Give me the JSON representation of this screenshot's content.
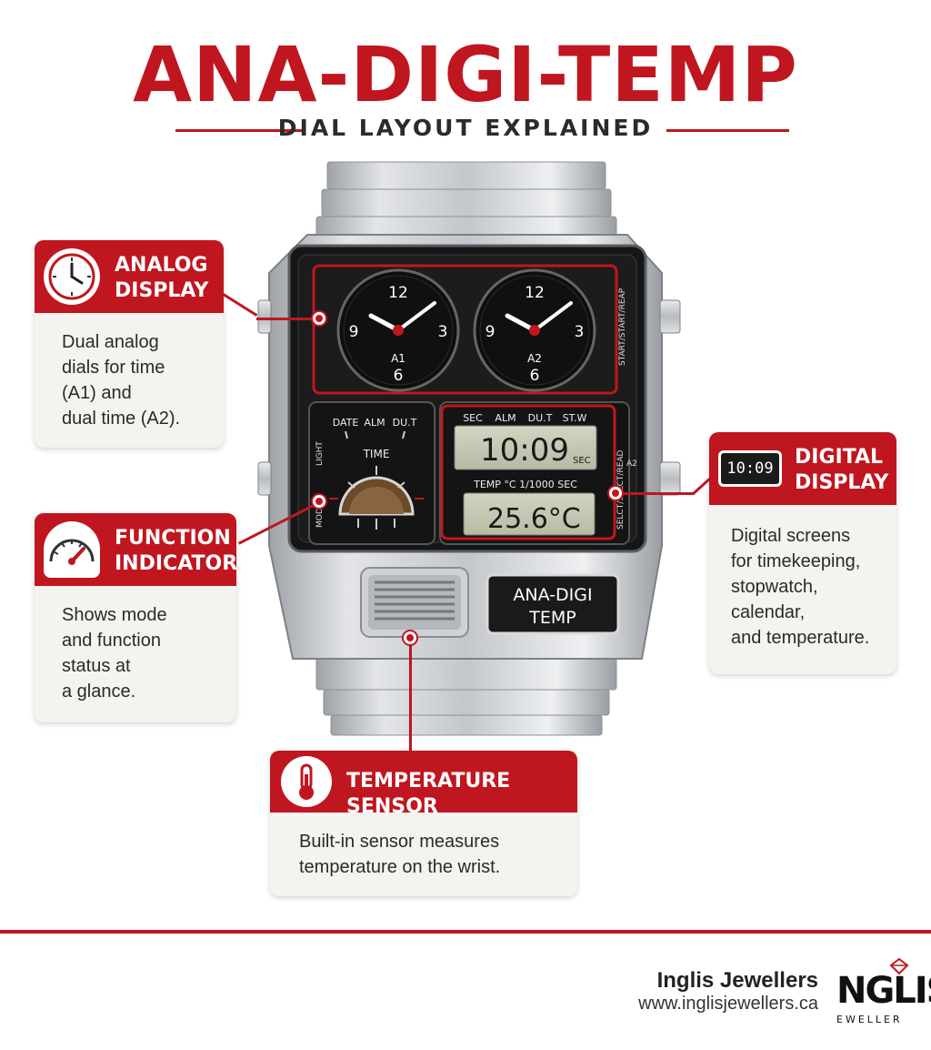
{
  "header": {
    "title": "ANA-DIGI-TEMP",
    "subtitle": "DIAL LAYOUT EXPLAINED"
  },
  "colors": {
    "accent": "#c0161f",
    "card_background": "#f5f3ef",
    "lcd_background": "#c9cbb6",
    "dial_black": "#141414",
    "steel": "#c8cacd"
  },
  "watch": {
    "dial_left": {
      "label": "A1",
      "numerals": [
        "12",
        "3",
        "6",
        "9"
      ]
    },
    "dial_right": {
      "label": "A2",
      "numerals": [
        "12",
        "3",
        "6",
        "9"
      ]
    },
    "function_labels": [
      "DATE",
      "ALM",
      "DU.T"
    ],
    "time_label": "TIME",
    "light_label": "LIGHT",
    "mode_label": "MODE",
    "lcd_mode_labels": [
      "SEC",
      "ALM",
      "DU.T",
      "ST.W"
    ],
    "lcd_time": "10:09",
    "lcd_time_unit": "SEC",
    "lcd_sub_label": "TEMP °C  1/1000 SEC",
    "lcd_temp": "25.6°C",
    "side_label_top": "START/START/REAP",
    "side_label_bottom": "SELCT/SELCT/READ",
    "side_a2": "A2",
    "badge_line1": "ANA-DIGI",
    "badge_line2": "TEMP"
  },
  "callouts": {
    "analog": {
      "icon": "clock-icon",
      "title_line1": "ANALOG",
      "title_line2": "DISPLAY",
      "body": "Dual analog\ndials for time\n(A1) and\ndual time (A2)."
    },
    "function": {
      "icon": "gauge-icon",
      "title_line1": "FUNCTION",
      "title_line2": "INDICATORS",
      "body": "Shows mode\nand function\nstatus at\na glance."
    },
    "digital": {
      "icon": "digital-display-icon",
      "icon_text": "10:09",
      "title_line1": "DIGITAL",
      "title_line2": "DISPLAY",
      "body": "Digital screens\nfor timekeeping,\nstopwatch,\ncalendar,\nand temperature."
    },
    "temperature": {
      "icon": "thermometer-icon",
      "title": "TEMPERATURE SENSOR",
      "body": "Built-in sensor measures\ntemperature on the wrist."
    }
  },
  "footer": {
    "brand_name": "Inglis Jewellers",
    "url": "www.inglisjewellers.ca",
    "logo_main": "NGLIS",
    "logo_sub": "EWELLER"
  }
}
